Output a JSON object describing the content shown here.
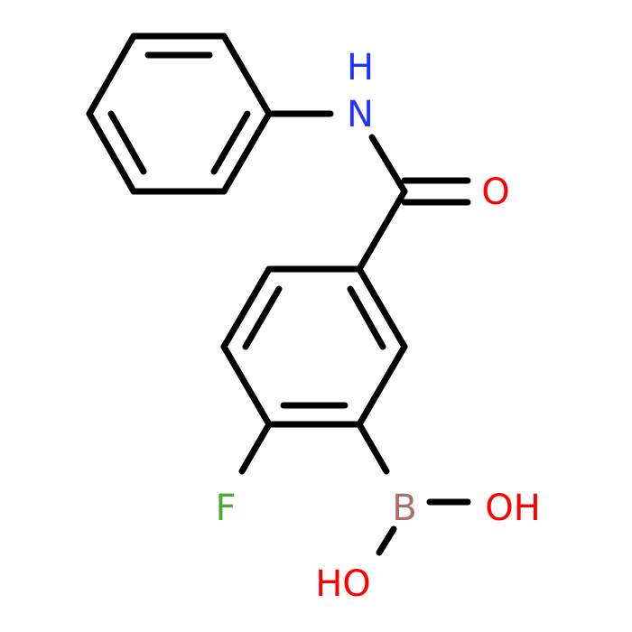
{
  "molecule": {
    "atoms": {
      "nh": {
        "text": "H",
        "color": "#2233ff"
      },
      "n": {
        "text": "N",
        "color": "#2233ff"
      },
      "o": {
        "text": "O",
        "color": "#ff0000"
      },
      "f": {
        "text": "F",
        "color": "#4fa83d"
      },
      "b": {
        "text": "B",
        "color": "#a87070"
      },
      "oh1": {
        "text": "OH",
        "color": "#ff0000"
      },
      "oh2": {
        "text": "HO",
        "color": "#ff0000"
      }
    },
    "bond_color": "#000000"
  }
}
